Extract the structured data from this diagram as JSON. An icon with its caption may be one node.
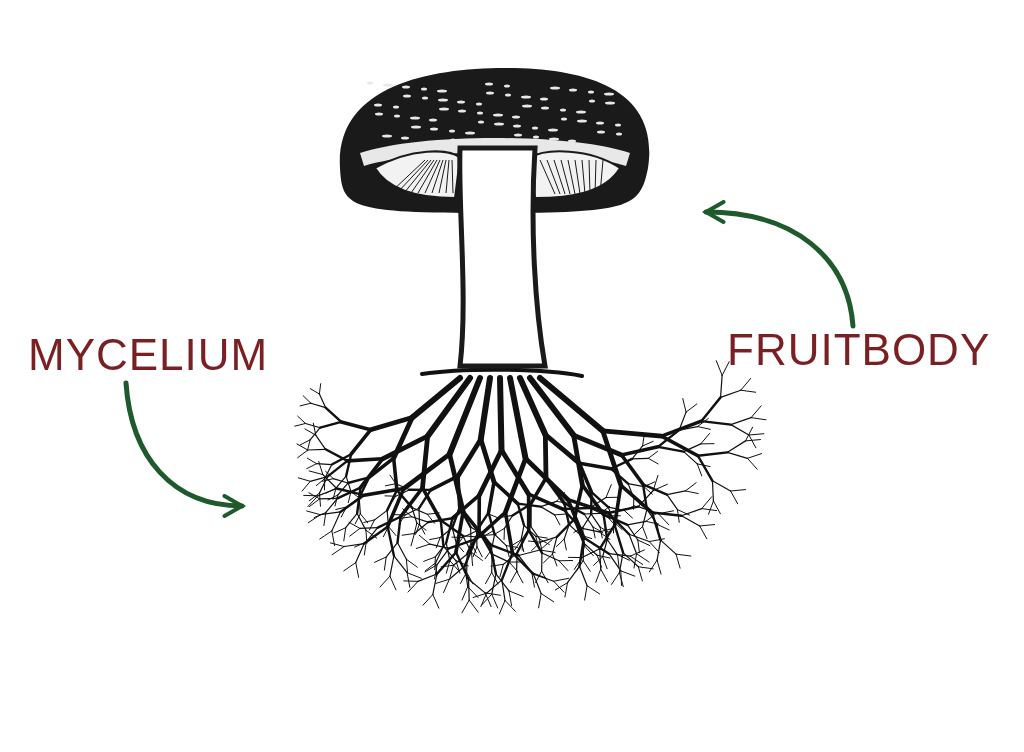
{
  "diagram": {
    "nodes": [
      {
        "text": [
          "MYCELIUM"
        ]
      },
      {
        "text": [
          "FRUITBODY"
        ]
      },
      {
        "text": [],
        "shape": "picture"
      },
      {
        "text": [],
        "shape": "picture"
      }
    ],
    "edges": [
      {
        "from": 0,
        "to": 3,
        "arrow": "to"
      },
      {
        "from": 1,
        "to": 2,
        "arrow": "to"
      }
    ]
  }
}
